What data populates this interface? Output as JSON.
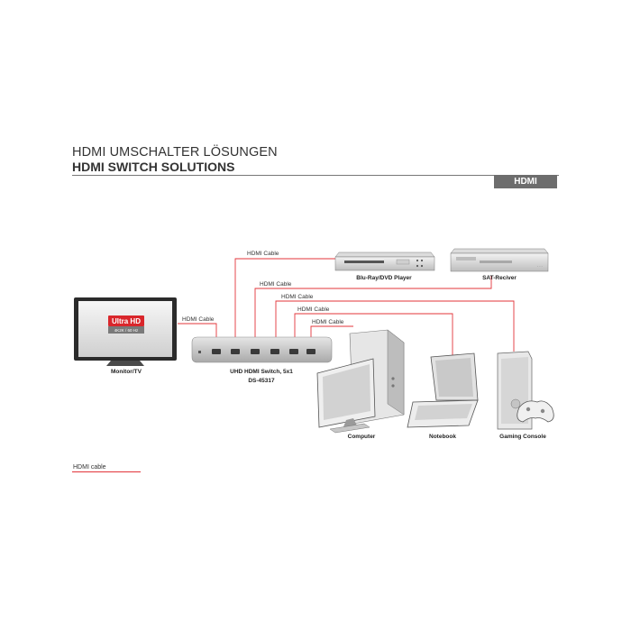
{
  "header": {
    "title_de": "HDMI UMSCHALTER LÖSUNGEN",
    "title_en": "HDMI SWITCH SOLUTIONS",
    "badge": "HDMI"
  },
  "diagram": {
    "tv": {
      "label": "Monitor/TV",
      "screen_title": "Ultra HD",
      "screen_sub": "4K2K / 60 Hz"
    },
    "switch": {
      "label_line1": "UHD HDMI Switch, 5x1",
      "label_line2": "DS-45317"
    },
    "devices": {
      "bluray": "Blu-Ray/DVD Player",
      "sat": "SAT-Reciver",
      "computer": "Computer",
      "notebook": "Notebook",
      "console": "Gaming Console"
    },
    "cable_labels": [
      "HDMI Cable",
      "HDMI Cable",
      "HDMI Cable",
      "HDMI Cable",
      "HDMI Cable",
      "HDMI Cable"
    ],
    "cable_color": "#e3343a"
  },
  "legend": {
    "label": "HDMI cable",
    "color": "#e3343a"
  }
}
